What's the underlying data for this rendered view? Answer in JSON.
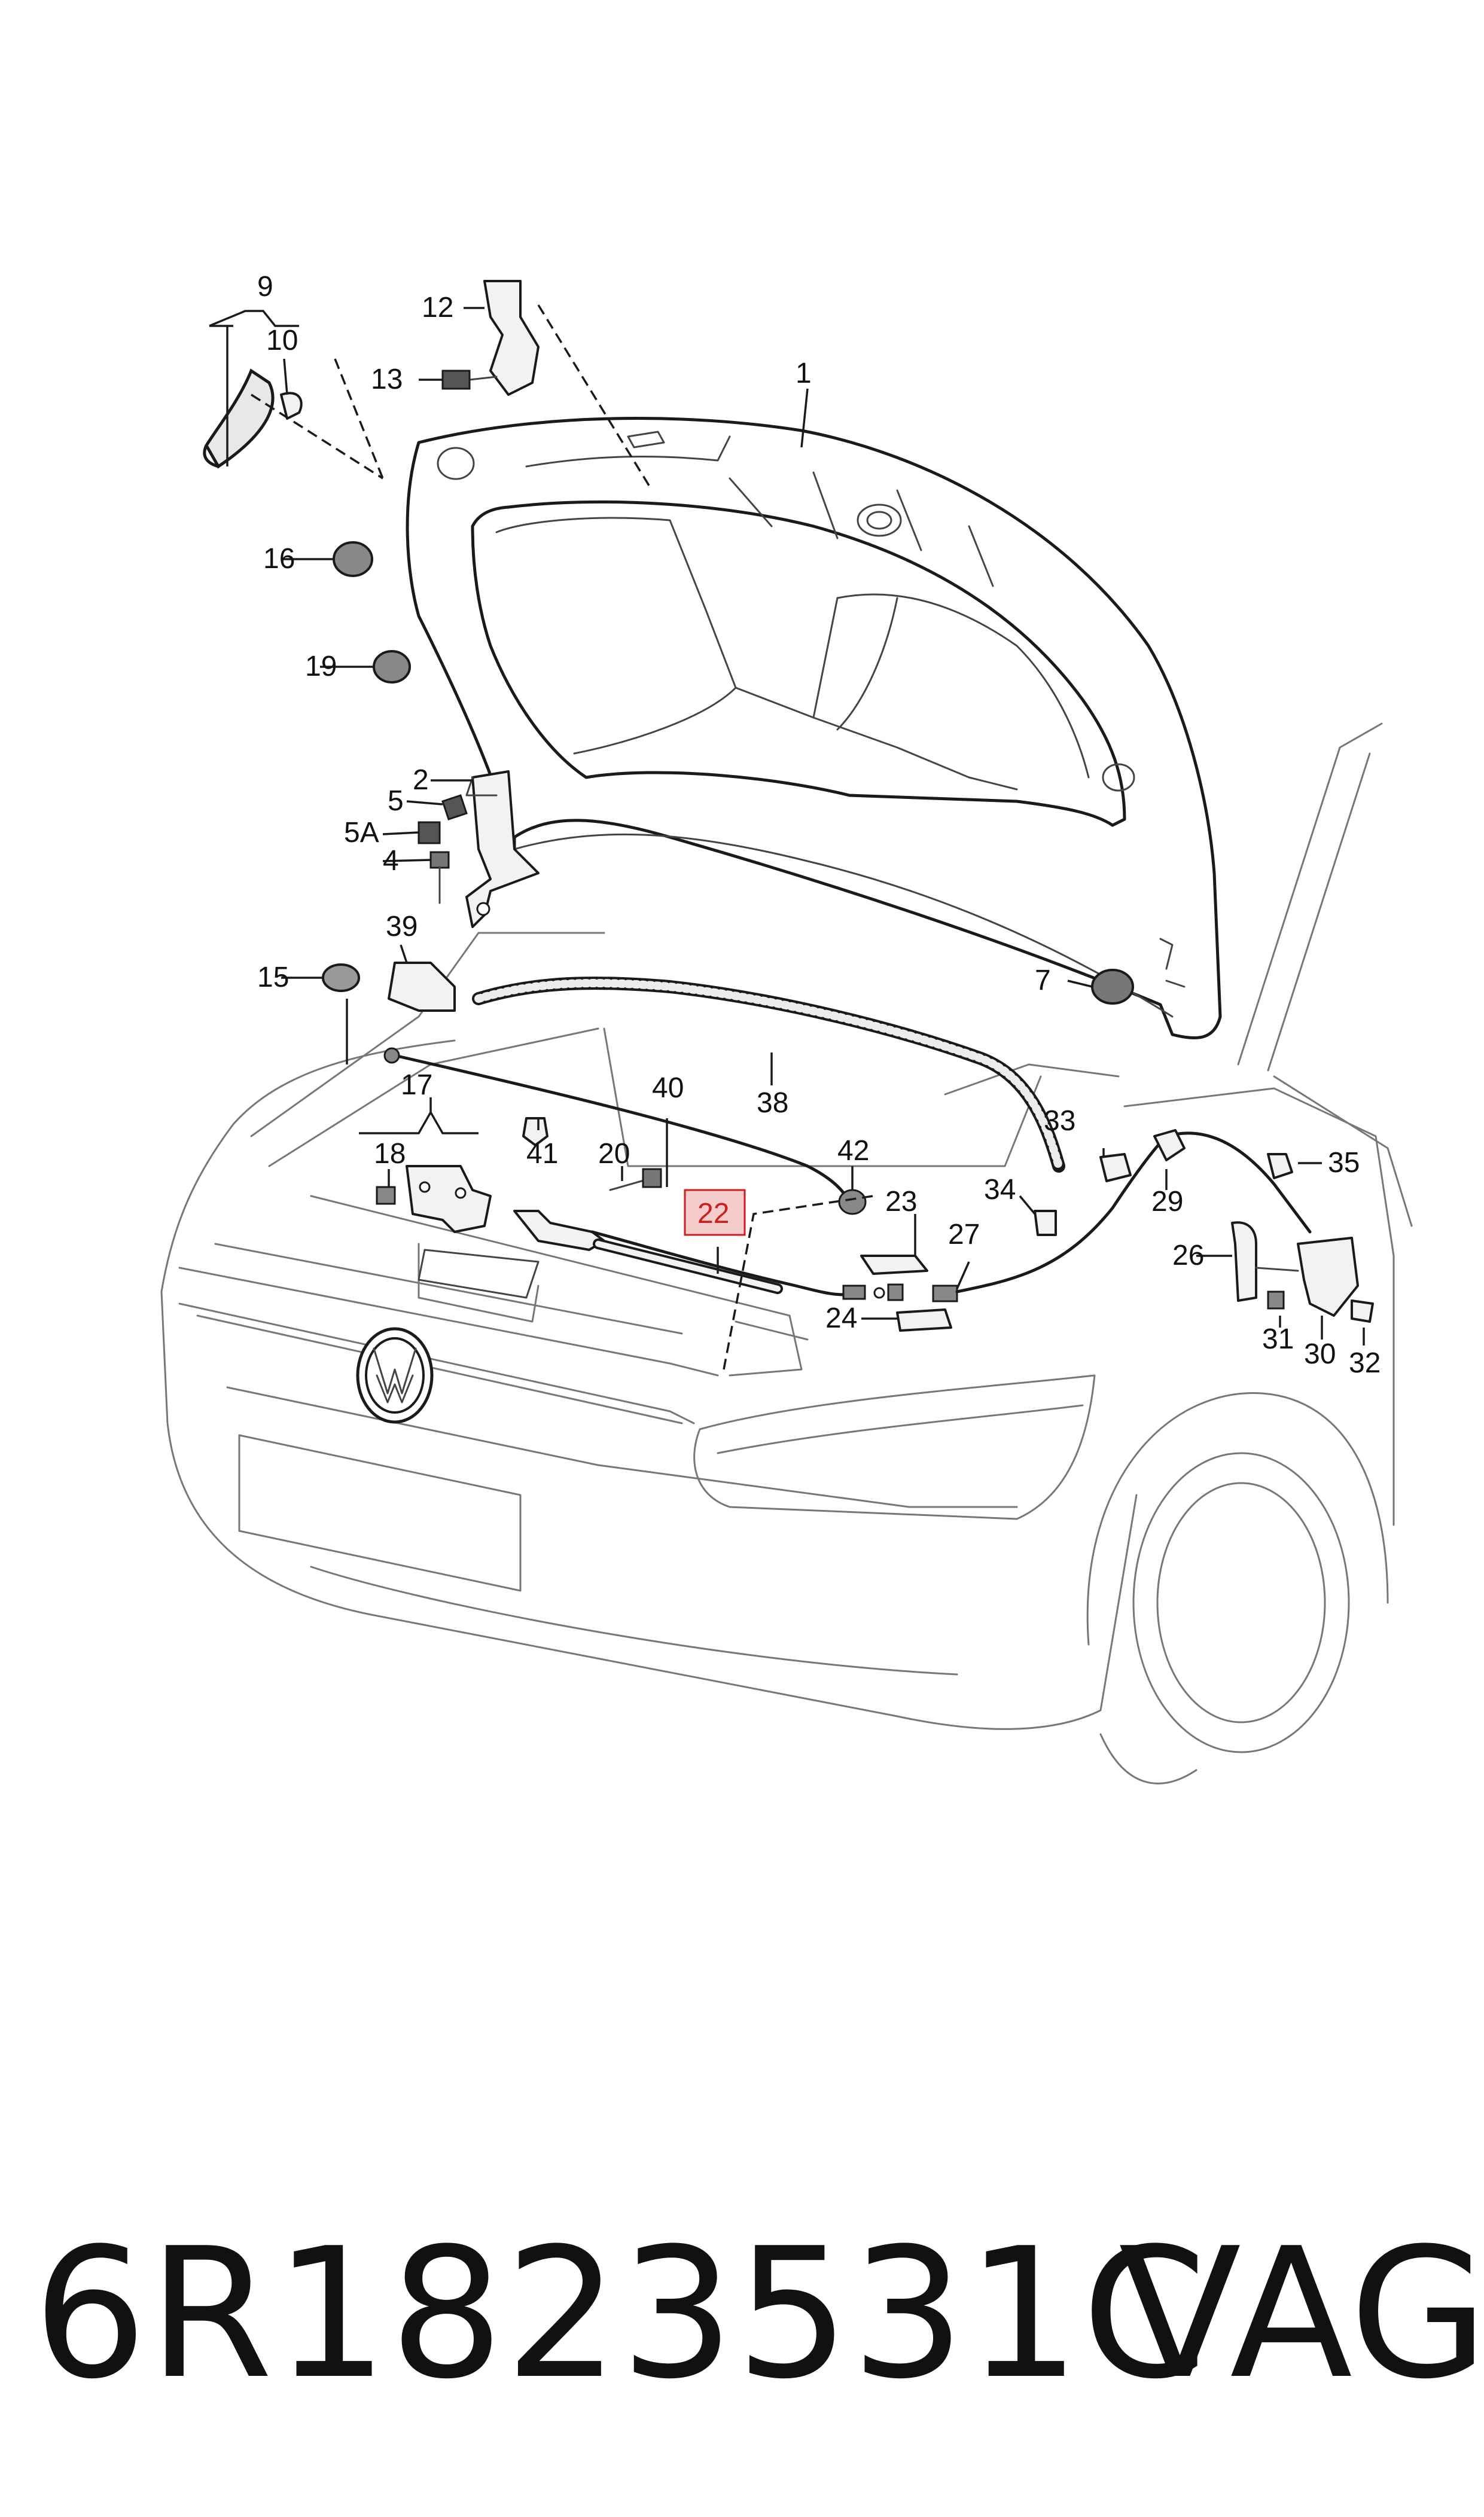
{
  "diagram": {
    "callouts": [
      "1",
      "2",
      "4",
      "5",
      "5A",
      "7",
      "9",
      "10",
      "12",
      "13",
      "15",
      "16",
      "17",
      "18",
      "19",
      "20",
      "22",
      "23",
      "24",
      "26",
      "27",
      "29",
      "30",
      "31",
      "32",
      "33",
      "34",
      "35",
      "38",
      "39",
      "40",
      "41",
      "42"
    ],
    "highlighted_callout": "22",
    "colors": {
      "line": "#1a1a1a",
      "highlight_box": "#f4cccc",
      "highlight_border": "#cc1f1f"
    }
  },
  "footer": {
    "part_number": "6R1823531C",
    "brand": "VAG"
  }
}
